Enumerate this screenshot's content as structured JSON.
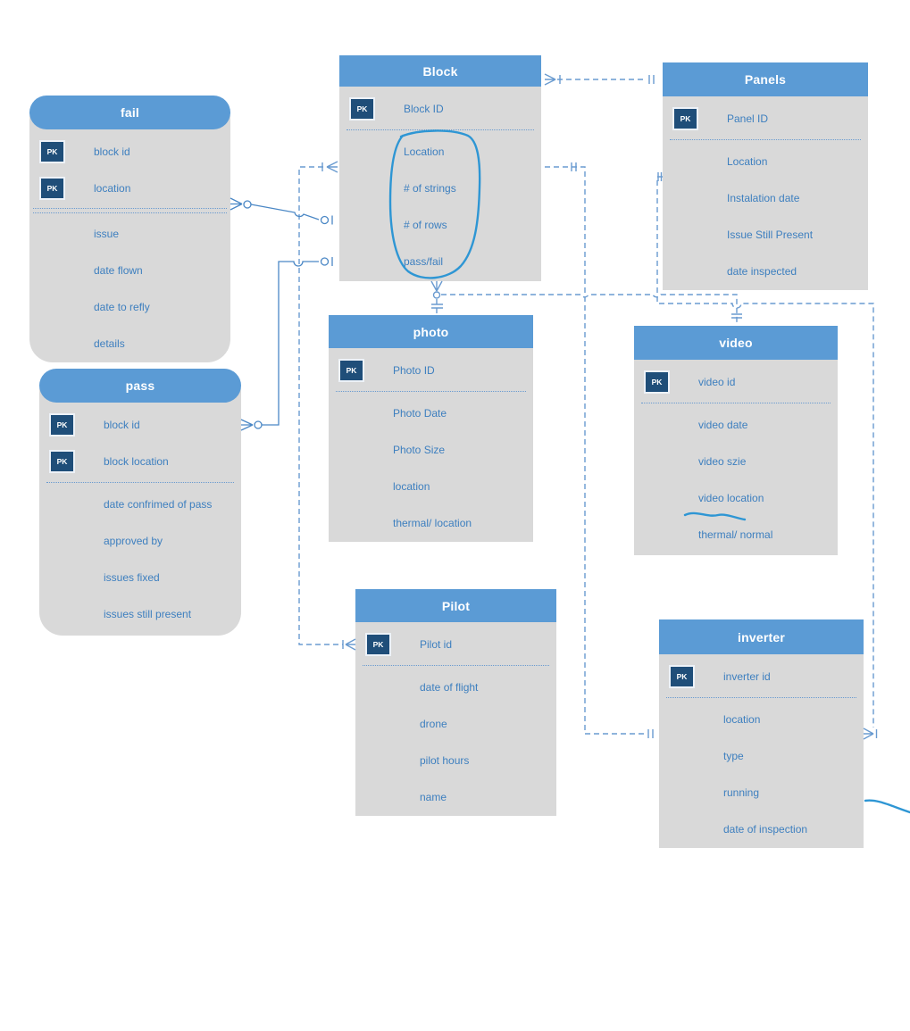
{
  "pk_label": "PK",
  "colors": {
    "header_blue": "#5b9bd5",
    "body_gray": "#d9d9d9",
    "pk_badge_navy": "#1f4e79",
    "field_text_blue": "#3d7fbf",
    "connector_blue": "#6a9bd0",
    "solid_connector_blue": "#4a87c5",
    "handdrawn_ink_blue": "#2e96d4"
  },
  "entities": [
    {
      "title": "fail",
      "rows": [
        {
          "name": "block id",
          "pk": true
        },
        {
          "name": "location",
          "pk": true
        },
        {
          "name": "issue",
          "pk": false
        },
        {
          "name": "date flown",
          "pk": false
        },
        {
          "name": "date to refly",
          "pk": false
        },
        {
          "name": "details",
          "pk": false
        }
      ]
    },
    {
      "title": "pass",
      "rows": [
        {
          "name": "block id",
          "pk": true
        },
        {
          "name": "block location",
          "pk": true
        },
        {
          "name": "date confrimed of pass",
          "pk": false
        },
        {
          "name": "approved by",
          "pk": false
        },
        {
          "name": "issues fixed",
          "pk": false
        },
        {
          "name": "issues still present",
          "pk": false
        }
      ]
    },
    {
      "title": "Block",
      "rows": [
        {
          "name": "Block ID",
          "pk": true
        },
        {
          "name": "Location",
          "pk": false
        },
        {
          "name": "# of strings",
          "pk": false
        },
        {
          "name": "# of rows",
          "pk": false
        },
        {
          "name": "pass/fail",
          "pk": false
        }
      ]
    },
    {
      "title": "Panels",
      "rows": [
        {
          "name": "Panel ID",
          "pk": true
        },
        {
          "name": "Location",
          "pk": false
        },
        {
          "name": "Instalation date",
          "pk": false
        },
        {
          "name": "Issue Still Present",
          "pk": false
        },
        {
          "name": "date inspected",
          "pk": false
        }
      ]
    },
    {
      "title": "photo",
      "rows": [
        {
          "name": "Photo ID",
          "pk": true
        },
        {
          "name": "Photo Date",
          "pk": false
        },
        {
          "name": "Photo Size",
          "pk": false
        },
        {
          "name": "location",
          "pk": false
        },
        {
          "name": "thermal/ location",
          "pk": false
        }
      ]
    },
    {
      "title": "video",
      "rows": [
        {
          "name": "video id",
          "pk": true
        },
        {
          "name": "video date",
          "pk": false
        },
        {
          "name": "video szie",
          "pk": false
        },
        {
          "name": "video location",
          "pk": false
        },
        {
          "name": "thermal/ normal",
          "pk": false
        }
      ]
    },
    {
      "title": "Pilot",
      "rows": [
        {
          "name": "Pilot id",
          "pk": true
        },
        {
          "name": "date of flight",
          "pk": false
        },
        {
          "name": "drone",
          "pk": false
        },
        {
          "name": "pilot hours",
          "pk": false
        },
        {
          "name": "name",
          "pk": false
        }
      ]
    },
    {
      "title": "inverter",
      "rows": [
        {
          "name": "inverter id",
          "pk": true
        },
        {
          "name": "location",
          "pk": false
        },
        {
          "name": "type",
          "pk": false
        },
        {
          "name": "running",
          "pk": false
        },
        {
          "name": "date of inspection",
          "pk": false
        }
      ]
    }
  ],
  "relationships": [
    {
      "from": "fail",
      "to": "Block",
      "style": "solid"
    },
    {
      "from": "pass",
      "to": "Block",
      "style": "solid"
    },
    {
      "from": "Block",
      "to": "Panels",
      "style": "dashed"
    },
    {
      "from": "Pilot",
      "to": "Block",
      "style": "dashed"
    },
    {
      "from": "Block",
      "to": "inverter",
      "style": "dashed"
    },
    {
      "from": "Panels",
      "to": "inverter",
      "style": "dashed"
    },
    {
      "from": "Block",
      "to": "photo",
      "style": "dashed"
    },
    {
      "from": "Block",
      "to": "video",
      "style": "dashed"
    }
  ],
  "annotations": [
    {
      "type": "hand-drawn-circle",
      "around": "Block fields: Location, # of strings, # of rows, pass/fail"
    },
    {
      "type": "hand-drawn-underline",
      "under": "video location"
    },
    {
      "type": "hand-drawn-stroke",
      "near": "inverter bottom-right corner"
    }
  ]
}
